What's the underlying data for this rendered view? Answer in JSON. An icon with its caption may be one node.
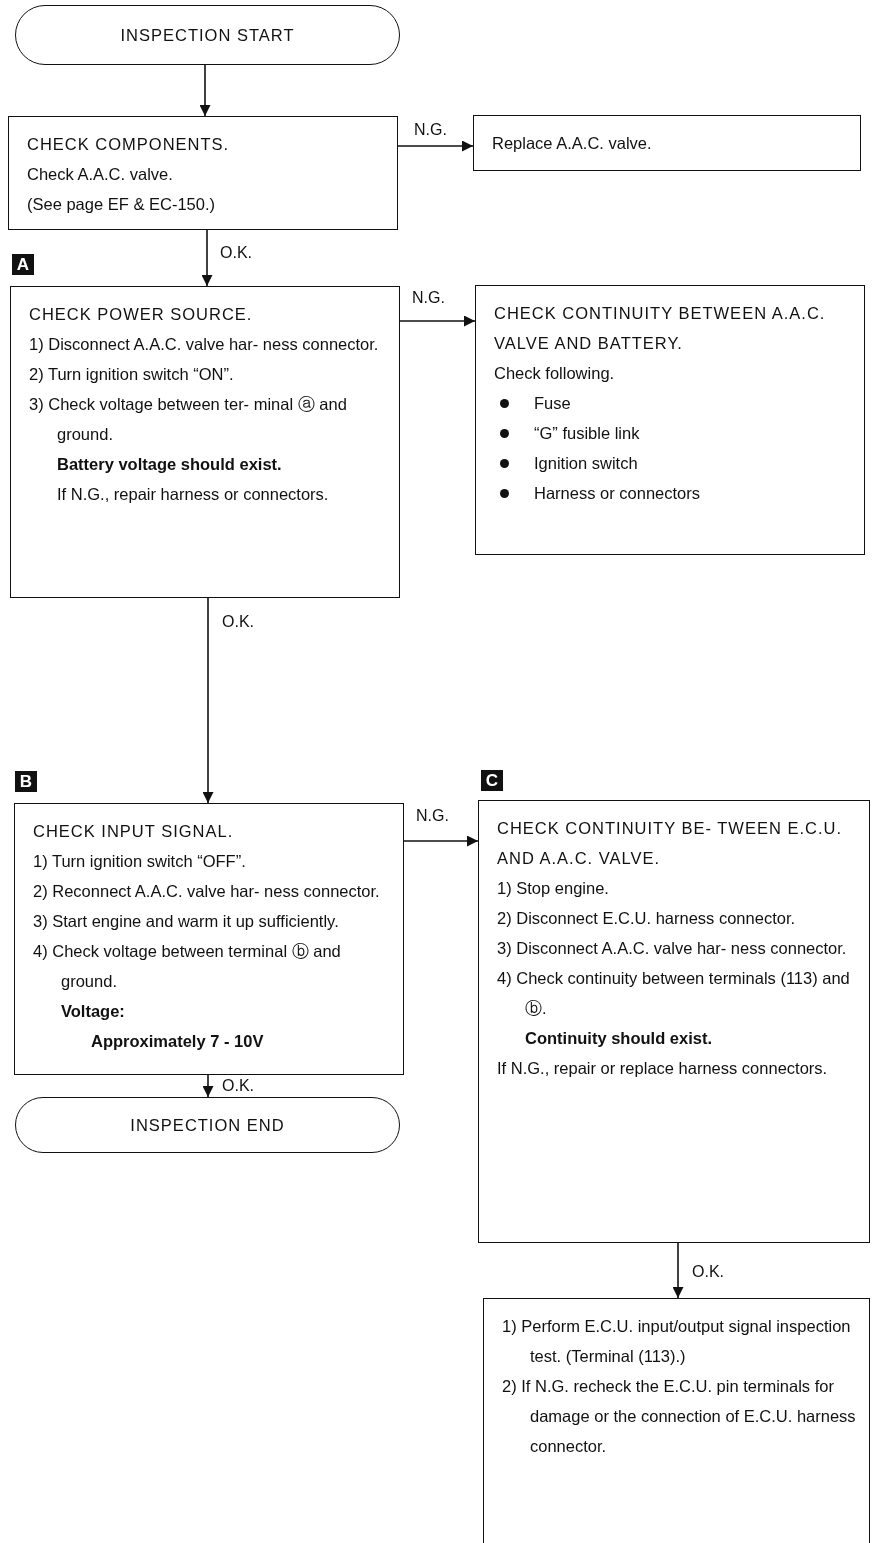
{
  "diagram": {
    "nodes": [
      {
        "text": [
          "INSPECTION START"
        ]
      },
      {
        "text": [
          "CHECK COMPONENTS.",
          "Check A.A.C. valve.",
          "(See page EF & EC-150.)"
        ]
      },
      {
        "text": [
          "Replace A.A.C. valve."
        ]
      },
      {
        "text": [
          "CHECK POWER SOURCE.",
          "1) Disconnect A.A.C. valve har- ness connector.",
          "2) Turn ignition switch “ON”.",
          "3) Check voltage between ter- minal ⓐ and ground.",
          "Battery voltage should exist.",
          "If N.G., repair harness or connectors."
        ],
        "beside": [
          "A"
        ]
      },
      {
        "text": [
          "CHECK CONTINUITY BETWEEN A.A.C. VALVE AND BATTERY.",
          "Check following.",
          "Fuse",
          "“G” fusible link",
          "Ignition switch",
          "Harness or connectors"
        ]
      },
      {
        "text": [
          "CHECK INPUT SIGNAL.",
          "1) Turn ignition switch “OFF”.",
          "2) Reconnect A.A.C. valve har- ness connector.",
          "3) Start engine and warm it up sufficiently.",
          "4) Check voltage between terminal ⓑ and ground.",
          "Voltage:",
          "Approximately 7 - 10V"
        ],
        "beside": [
          "B"
        ]
      },
      {
        "text": [
          "INSPECTION END"
        ]
      },
      {
        "text": [
          "CHECK CONTINUITY BE- TWEEN E.C.U. AND A.A.C. VALVE.",
          "1) Stop engine.",
          "2) Disconnect E.C.U. harness connector.",
          "3) Disconnect A.A.C. valve har- ness connector.",
          "4) Check continuity between terminals (113) and ⓑ.",
          "Continuity should exist.",
          "If N.G., repair or replace harness connectors."
        ],
        "beside": [
          "C"
        ]
      },
      {
        "text": [
          "1) Perform E.C.U. input/output signal inspection test. (Terminal (113).)",
          "2) If N.G. recheck the E.C.U. pin terminals for damage or the connection of E.C.U. harness connector."
        ]
      }
    ],
    "edges": [
      {
        "from": 0,
        "to": 1,
        "arrow": "to"
      },
      {
        "from": 1,
        "to": 2,
        "arrow": "to",
        "label": "N.G."
      },
      {
        "from": 1,
        "to": 3,
        "arrow": "to",
        "label": "O.K."
      },
      {
        "from": 3,
        "to": 4,
        "arrow": "to",
        "label": "N.G."
      },
      {
        "from": 3,
        "to": 5,
        "arrow": "to",
        "label": "O.K."
      },
      {
        "from": 5,
        "to": 7,
        "arrow": "to",
        "label": "N.G."
      },
      {
        "from": 5,
        "to": 6,
        "arrow": "to",
        "label": "O.K."
      },
      {
        "from": 7,
        "to": 8,
        "arrow": "to",
        "label": "O.K."
      }
    ]
  }
}
